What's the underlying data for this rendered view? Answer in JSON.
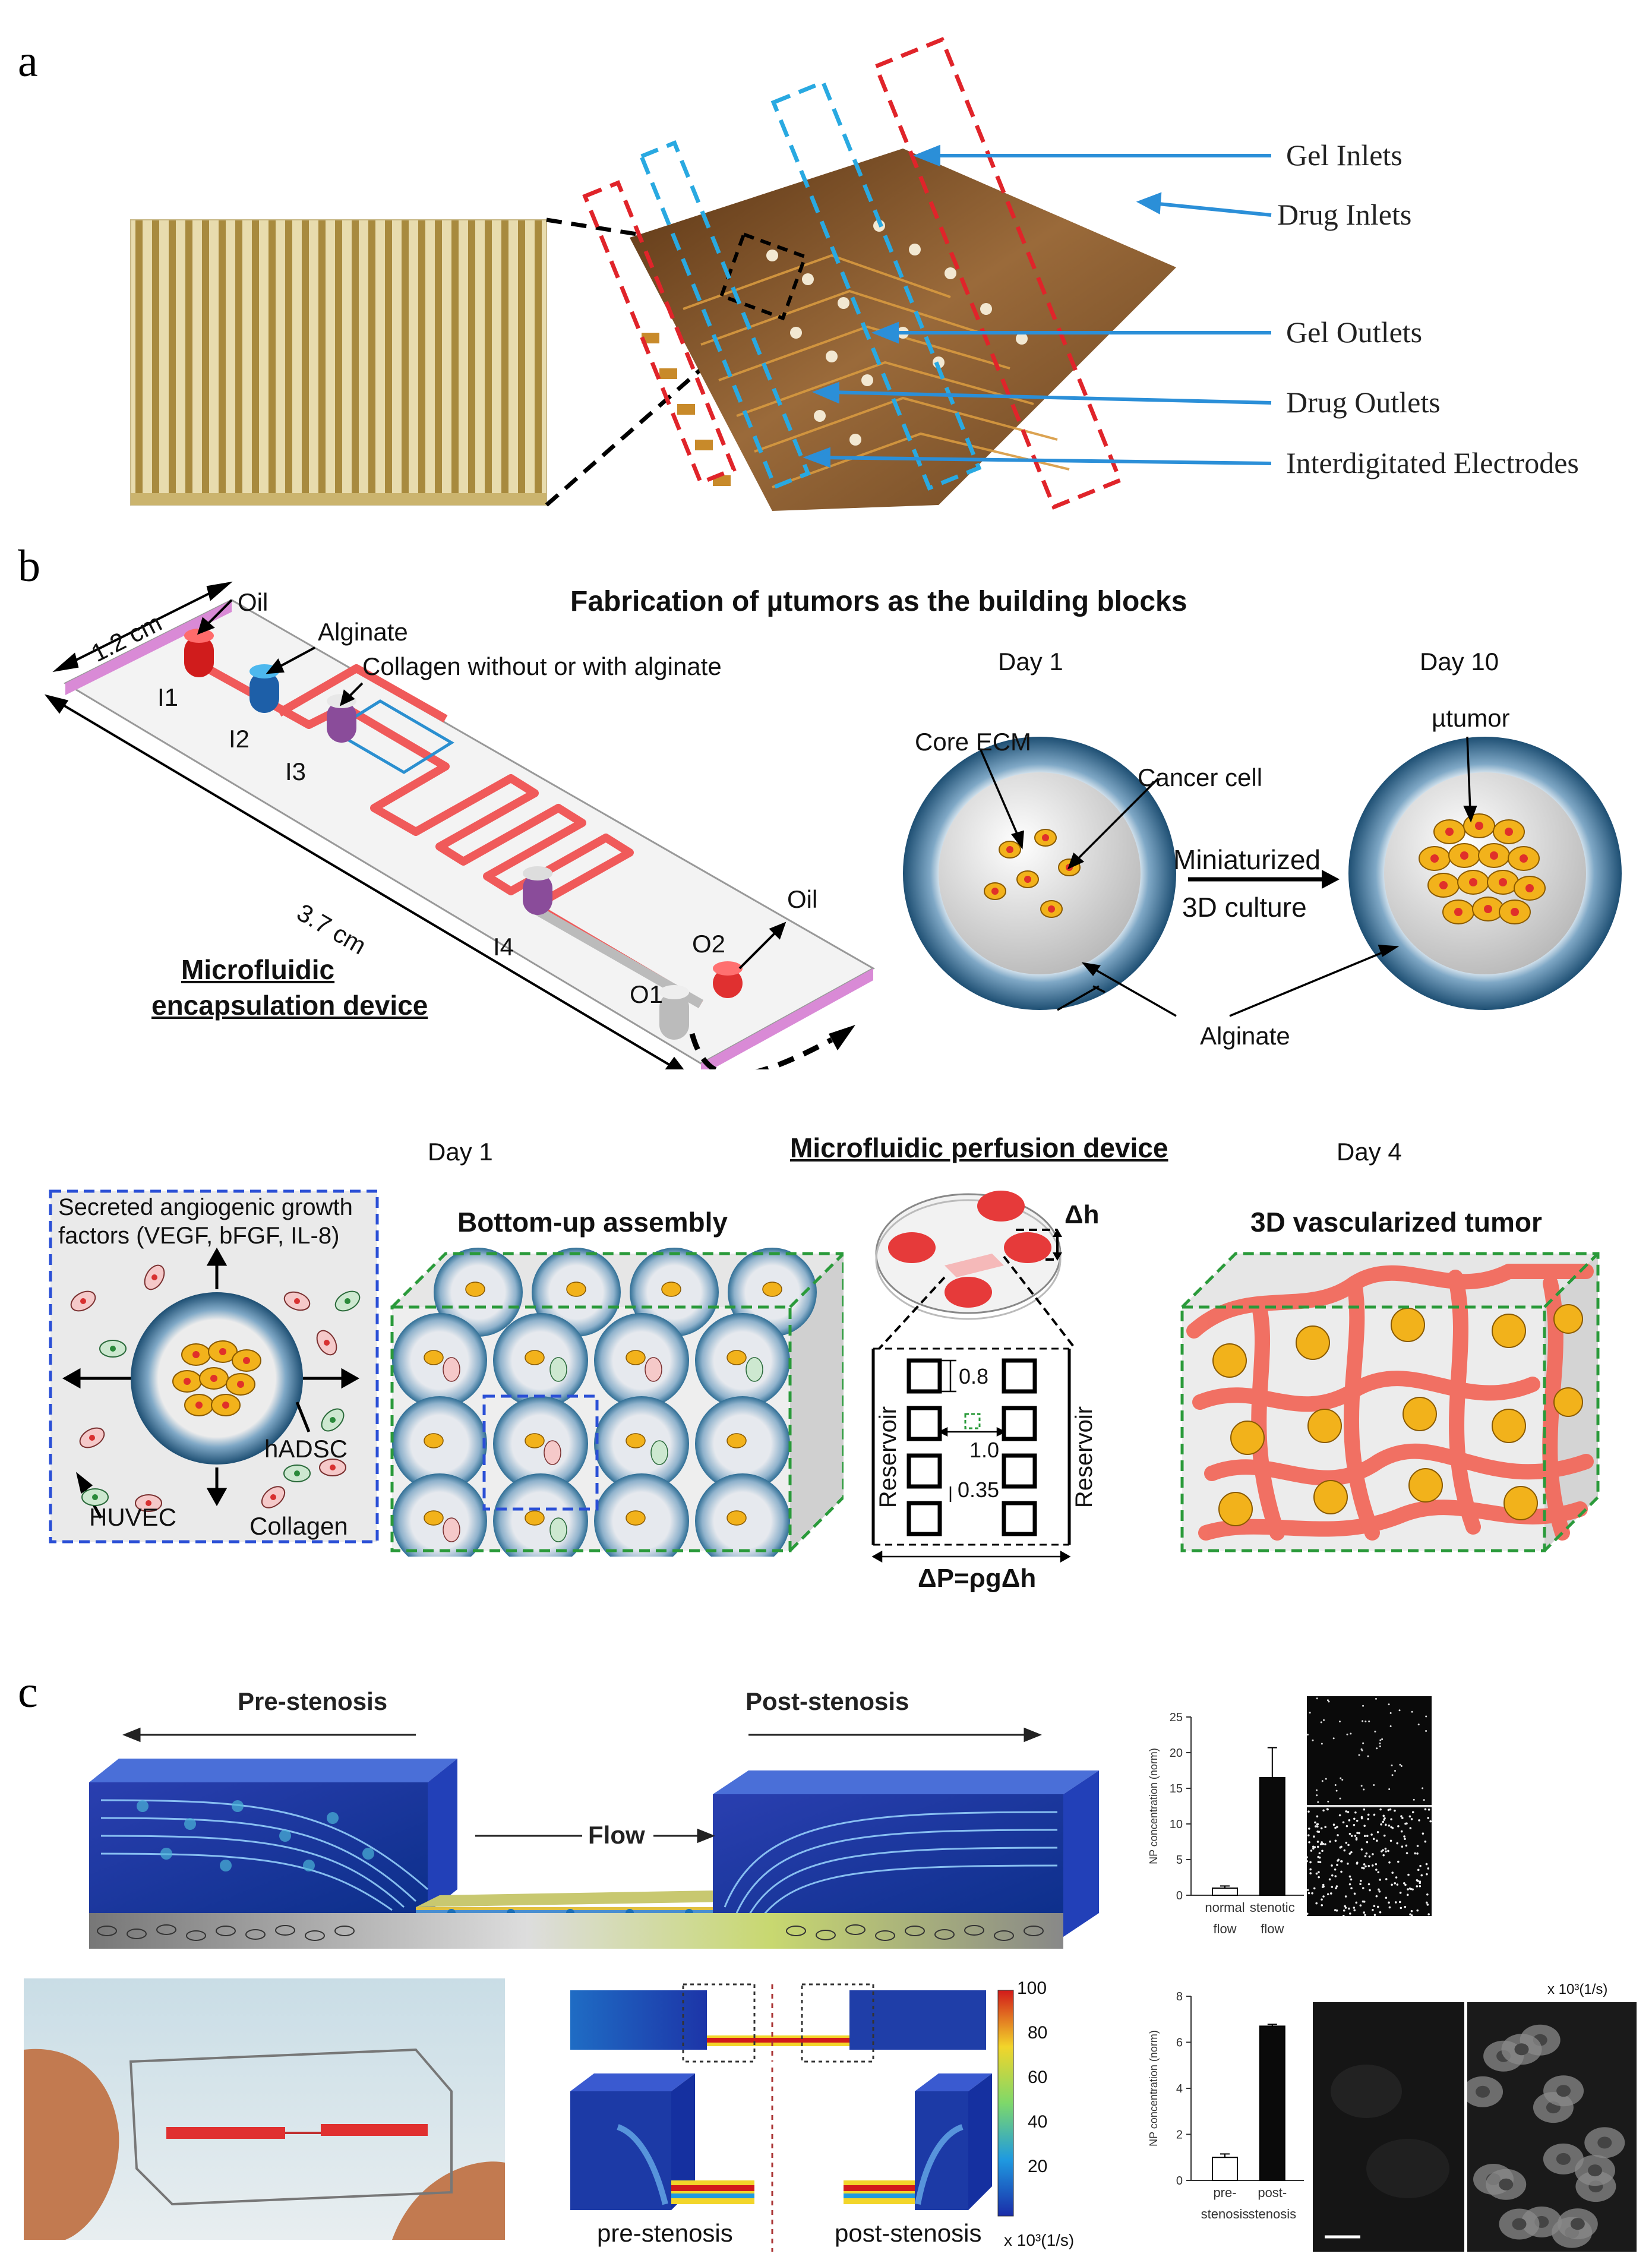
{
  "panels": {
    "a": "a",
    "b": "b",
    "c": "c"
  },
  "panel_a": {
    "labels": [
      "Gel Inlets",
      "Drug Inlets",
      "Gel Outlets",
      "Drug Outlets",
      "Interdigitated Electrodes"
    ],
    "colors": {
      "blue_arrow": "#2b8fd8",
      "red_dash": "#e0242a",
      "cyan_dash": "#29a9e1",
      "chip": "#7a4d22",
      "electrode_gold": "#b89a52"
    }
  },
  "panel_b": {
    "title": "Fabrication of µtumors as the building blocks",
    "device_dims": {
      "width": "1.2 cm",
      "length": "3.7 cm"
    },
    "fluids": {
      "oil": "Oil",
      "alginate": "Alginate",
      "collagen": "Collagen without or with alginate",
      "oil_out": "Oil"
    },
    "ports": [
      "I1",
      "I2",
      "I3",
      "I4",
      "O2",
      "O1"
    ],
    "device_caption_1": "Microfluidic",
    "device_caption_2": "encapsulation device",
    "day1": "Day 1",
    "day10": "Day 10",
    "core_ecm": "Core ECM",
    "cancer_cell": "Cancer cell",
    "utumor": "µtumor",
    "culture_1": "Miniaturized",
    "culture_2": "3D culture",
    "alginate_shell": "Alginate",
    "lower_day1": "Day 1",
    "perfusion_title": "Microfluidic perfusion device",
    "lower_day4": "Day 4",
    "growth_factors_1": "Secreted angiogenic growth",
    "growth_factors_2": "factors (VEGF, bFGF, IL-8)",
    "hadsc": "hADSC",
    "huvec": "HUVEC",
    "collagen": "Collagen",
    "bottom_up": "Bottom-up assembly",
    "delta_h": "Δh",
    "dim_08": "0.8",
    "dim_10": "1.0",
    "dim_035": "0.35",
    "reservoir": "Reservoir",
    "pressure": "ΔP=ρgΔh",
    "vascularized": "3D vascularized tumor",
    "colors": {
      "red_channel": "#f05a5a",
      "blue_dash": "#2a4fd6",
      "green_dash": "#2a9a3a",
      "shell": "#2f6e95",
      "tumor": "#f2b21b",
      "vessel": "#f26a5c"
    }
  },
  "panel_c": {
    "pre_stenosis": "Pre-stenosis",
    "post_stenosis": "Post-stenosis",
    "flow": "Flow",
    "pre_label": "pre-stenosis",
    "post_label": "post-stenosis",
    "colorbar_ticks": [
      "100",
      "80",
      "60",
      "40",
      "20"
    ],
    "colorbar_unit": "x 10³(1/s)",
    "corner_unit": "x 10³(1/s)"
  },
  "chart_data": [
    {
      "type": "bar",
      "categories": [
        "normal flow",
        "stenotic flow"
      ],
      "values": [
        1,
        16.5
      ],
      "errors": [
        0.3,
        4.2
      ],
      "ylabel": "NP concentration (norm)",
      "ylim": [
        0,
        25
      ],
      "yticks": [
        "0",
        "5",
        "10",
        "15",
        "20",
        "25"
      ],
      "cat_labels": [
        [
          "normal",
          "flow"
        ],
        [
          "stenotic",
          "flow"
        ]
      ]
    },
    {
      "type": "bar",
      "categories": [
        "pre-stenosis",
        "post-stenosis"
      ],
      "values": [
        1,
        6.7
      ],
      "errors": [
        0.15,
        0.08
      ],
      "ylabel": "NP concentration (norm)",
      "ylim": [
        0,
        8
      ],
      "yticks": [
        "0",
        "2",
        "4",
        "6",
        "8"
      ],
      "cat_labels": [
        [
          "pre-",
          "stenosis"
        ],
        [
          "post-",
          "stenosis"
        ]
      ]
    }
  ]
}
